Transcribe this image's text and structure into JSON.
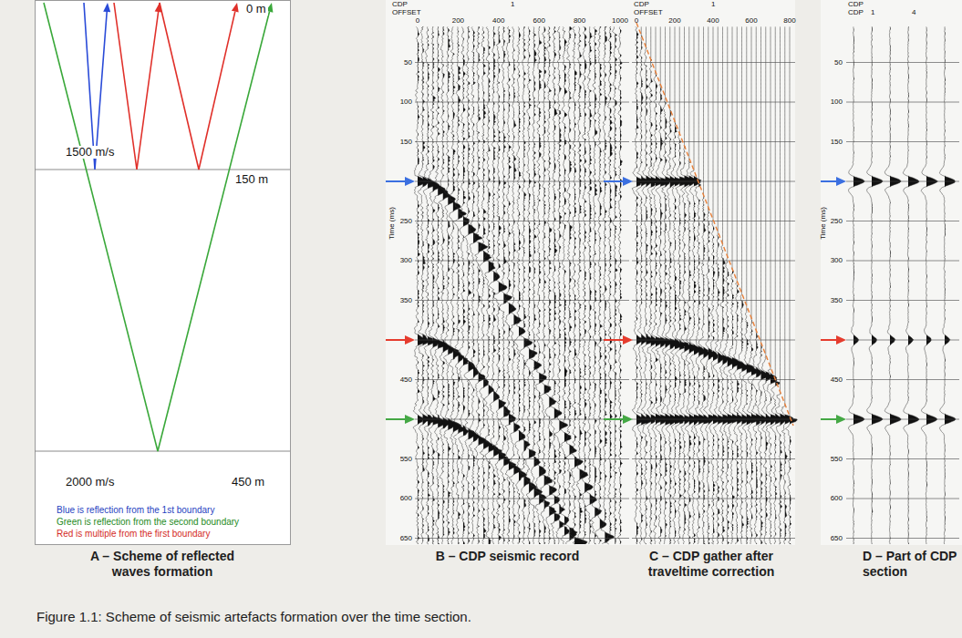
{
  "diagram": {
    "caption": "Figure 1.1: Scheme of seismic artefacts formation over the time section.",
    "nodes": [
      {
        "text": [
          "A – Scheme of reflected waves formation"
        ]
      },
      {
        "text": [
          "B – CDP seismic record"
        ]
      },
      {
        "text": [
          "C – CDP gather after traveltime correction"
        ]
      },
      {
        "text": [
          "D – Part of CDP section"
        ]
      }
    ],
    "labels": [
      "0 m",
      "1500 m/s",
      "150 m",
      "2000 m/s",
      "450 m",
      "CDP",
      "1",
      "OFFSET",
      "0",
      "200",
      "400",
      "600",
      "800",
      "1000",
      "Time (ms)",
      "50",
      "100",
      "150",
      "250",
      "300",
      "350",
      "450",
      "550",
      "600",
      "650",
      "CDP",
      "1",
      "OFFSET",
      "0",
      "200",
      "400",
      "600",
      "800",
      "CDP",
      "CDP",
      "1",
      "4",
      "Time (ms)",
      "50",
      "100",
      "150",
      "250",
      "300",
      "350",
      "450",
      "550",
      "600",
      "650"
    ],
    "legend": [
      {
        "text": "Blue is reflection from the 1st boundary",
        "color": "#1f3fbf"
      },
      {
        "text": "Green is reflection from the second boundary",
        "color": "#238a23"
      },
      {
        "text": "Red is multiple from the first boundary",
        "color": "#d42a1e"
      }
    ]
  }
}
